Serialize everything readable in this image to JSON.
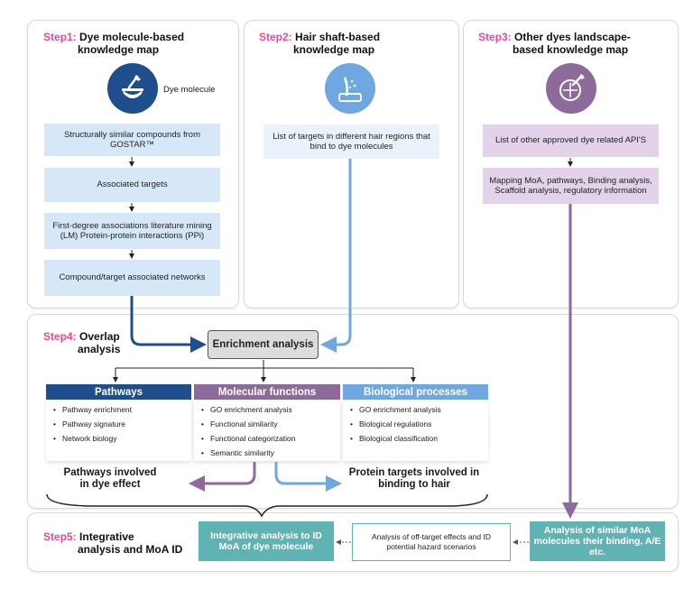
{
  "step1": {
    "tag": "Step1:",
    "title_line1": "Dye molecule-based",
    "title_line2": "knowledge map",
    "icon_label": "Dye molecule",
    "boxes": [
      "Structurally similar compounds from GOSTAR™",
      "Associated targets",
      "First-degree associations literature mining (LM) Protein-protein interactions (PPi)",
      "Compound/target associated networks"
    ]
  },
  "step2": {
    "tag": "Step2:",
    "title_line1": "Hair shaft-based",
    "title_line2": "knowledge map",
    "box": "List of targets in different hair regions that bind to dye molecules"
  },
  "step3": {
    "tag": "Step3:",
    "title_line1": "Other dyes landscape-",
    "title_line2": "based knowledge map",
    "boxes": [
      "List of other approved dye related API'S",
      "Mapping MoA, pathways, Binding analysis, Scaffold analysis, regulatory information"
    ]
  },
  "step4": {
    "tag": "Step4:",
    "title_line1": "Overlap",
    "title_line2": "analysis",
    "enrichment": "Enrichment analysis",
    "columns": [
      {
        "header": "Pathways",
        "color": "#1f4e8c",
        "items": [
          "Pathway enrichment",
          "Pathway signature",
          "Network biology"
        ]
      },
      {
        "header": "Molecular functions",
        "color": "#8c6a9a",
        "items": [
          "GO enrichment analysis",
          "Functional similarity",
          "Functional categorization",
          "Semantic similarity"
        ]
      },
      {
        "header": "Biological processes",
        "color": "#6fa8e0",
        "items": [
          "GO enrichment analysis",
          "Biological regulations",
          "Biological classification"
        ]
      }
    ],
    "output_left": "Pathways involved in dye effect",
    "output_right": "Protein targets involved in binding to hair"
  },
  "step5": {
    "tag": "Step5:",
    "title_line1": "Integrative",
    "title_line2": "analysis and MoA ID",
    "box_left": "Integrative analysis to ID MoA of dye molecule",
    "box_middle": "Analysis of off-target effects and ID potential hazard scenarios",
    "box_right": "Analysis of similar MoA molecules their binding, A/E etc."
  },
  "colors": {
    "step_tag": "#e8479a",
    "dark_blue": "#1f4e8c",
    "light_blue": "#6fa8e0",
    "purple": "#8c6a9a",
    "teal": "#5fb3b3"
  }
}
